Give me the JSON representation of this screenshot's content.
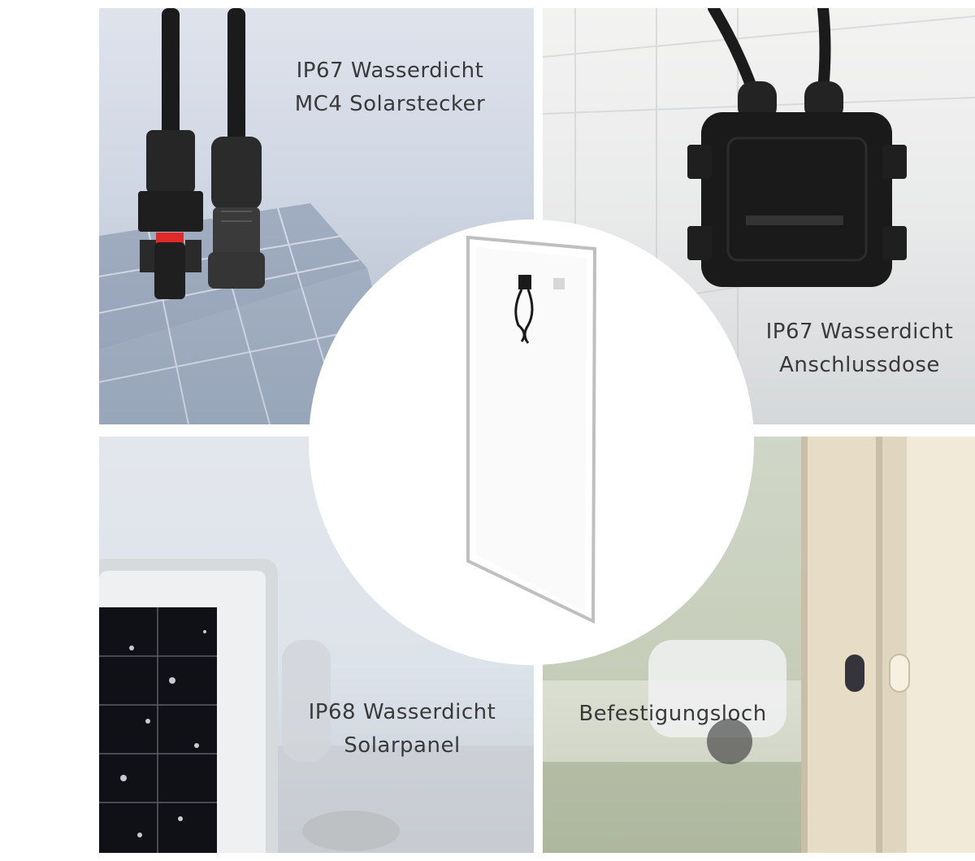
{
  "labels": {
    "connector": {
      "line1": "IP67 Wasserdicht",
      "line2": "MC4 Solarstecker"
    },
    "junction_box": {
      "line1": "IP67 Wasserdicht",
      "line2": "Anschlussdose"
    },
    "panel": {
      "line1": "IP68 Wasserdicht",
      "line2": "Solarpanel"
    },
    "mounting_hole": {
      "line1": "Befestigungsloch"
    }
  },
  "colors": {
    "label_text": "#3a3a3a",
    "circle_bg": "#ffffff",
    "connector_red": "#e02a2a",
    "cable_black": "#1b1b1b"
  }
}
